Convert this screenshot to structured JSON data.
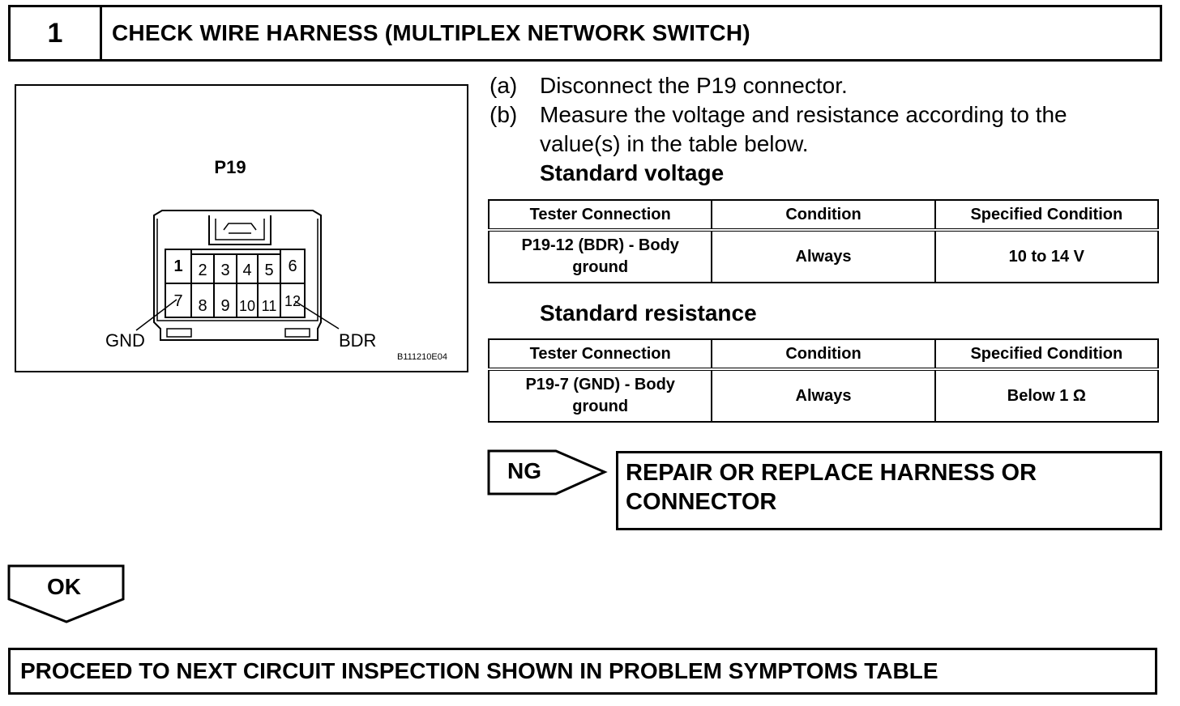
{
  "step": {
    "number": "1",
    "title": "CHECK WIRE HARNESS (MULTIPLEX NETWORK SWITCH)"
  },
  "diagram": {
    "connector": "P19",
    "pins_top": [
      "1",
      "2",
      "3",
      "4",
      "5",
      "6"
    ],
    "pins_bottom": [
      "7",
      "8",
      "9",
      "10",
      "11",
      "12"
    ],
    "label_gnd": "GND",
    "label_bdr": "BDR",
    "figure_code": "B111210E04"
  },
  "instructions": [
    {
      "key": "(a)",
      "text": "Disconnect the P19 connector."
    },
    {
      "key": "(b)",
      "text": "Measure the voltage and resistance according to the",
      "text2": "value(s) in the table below."
    }
  ],
  "voltage_table": {
    "title": "Standard voltage",
    "headers": [
      "Tester Connection",
      "Condition",
      "Specified Condition"
    ],
    "row": {
      "connection_1": "P19-12 (BDR) - Body",
      "connection_2": "ground",
      "condition": "Always",
      "specified": "10 to 14 V"
    }
  },
  "resistance_table": {
    "title": "Standard resistance",
    "headers": [
      "Tester Connection",
      "Condition",
      "Specified Condition"
    ],
    "row": {
      "connection_1": "P19-7 (GND) - Body",
      "connection_2": "ground",
      "condition": "Always",
      "specified": "Below 1 Ω"
    }
  },
  "ng": {
    "label": "NG",
    "action_line1": "REPAIR OR REPLACE HARNESS OR",
    "action_line2": "CONNECTOR"
  },
  "ok": {
    "label": "OK"
  },
  "next_step": "PROCEED TO NEXT CIRCUIT INSPECTION SHOWN IN PROBLEM SYMPTOMS TABLE"
}
